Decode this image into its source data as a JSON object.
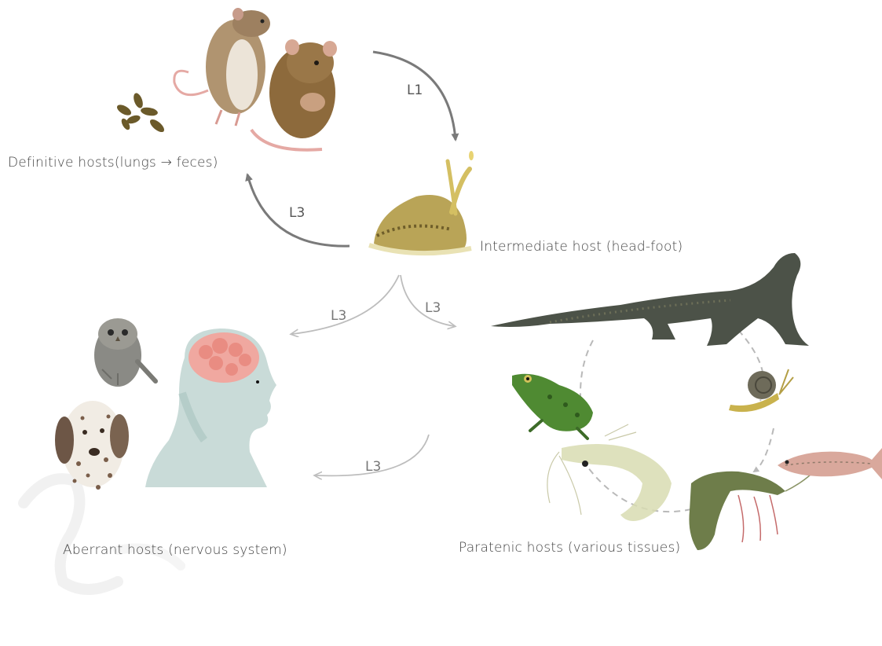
{
  "labels": {
    "definitive": "Definitive hosts(lungs → feces)",
    "intermediate": "Intermediate host (head-foot)",
    "aberrant": "Aberrant hosts (nervous system)",
    "paratenic": "Paratenic hosts (various tissues)"
  },
  "arrows": {
    "rat_to_slug": "L1",
    "slug_to_rat": "L3",
    "slug_to_aberrant": "L3",
    "slug_to_paratenic": "L3",
    "paratenic_to_aberrant": "L3"
  },
  "colors": {
    "dark_arrow": "#7a7a7a",
    "light_arrow": "#bdbdbd",
    "dashed_cycle": "#b9b9b9"
  },
  "illustrations": [
    "rat-illustration",
    "hamster-rat-illustration",
    "feces-pellets-illustration",
    "slug-illustration",
    "owl-illustration",
    "dalmatian-dog-illustration",
    "human-head-brain-illustration",
    "monitor-lizard-illustration",
    "frog-illustration",
    "snail-illustration",
    "shrimp-illustration",
    "prawn-illustration",
    "fish-illustration"
  ]
}
